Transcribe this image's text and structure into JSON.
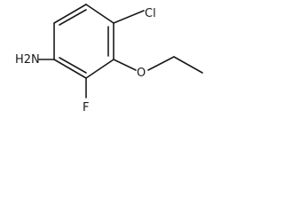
{
  "structure": {
    "atoms": {
      "chlorine": "Cl",
      "ether_oxygen": "O",
      "amine": "H2N",
      "fluorine": "F"
    }
  }
}
